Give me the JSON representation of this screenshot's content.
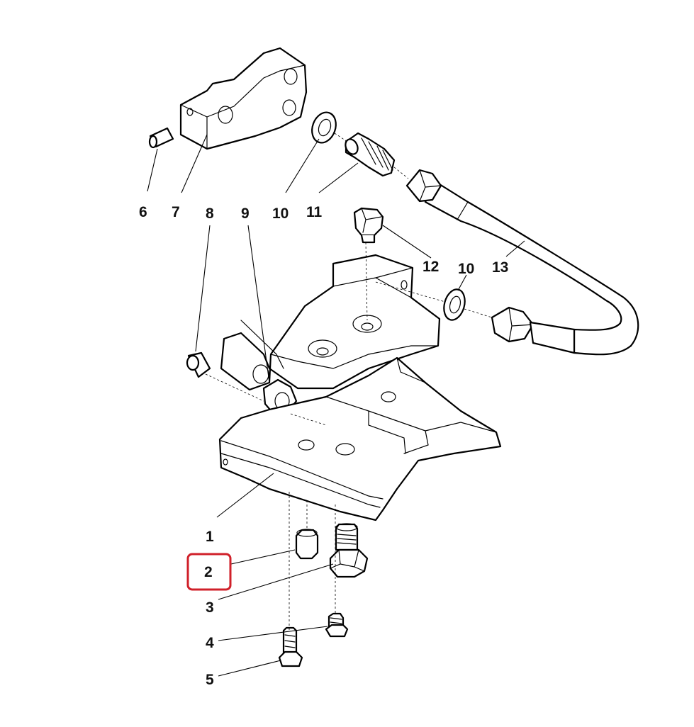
{
  "diagram": {
    "highlight_color": "#d0202a",
    "callouts": [
      {
        "id": "1",
        "label": "1"
      },
      {
        "id": "2",
        "label": "2",
        "highlighted": true
      },
      {
        "id": "3",
        "label": "3"
      },
      {
        "id": "4",
        "label": "4"
      },
      {
        "id": "5",
        "label": "5"
      },
      {
        "id": "6",
        "label": "6"
      },
      {
        "id": "7",
        "label": "7"
      },
      {
        "id": "8",
        "label": "8"
      },
      {
        "id": "9",
        "label": "9"
      },
      {
        "id": "10a",
        "label": "10"
      },
      {
        "id": "11",
        "label": "11"
      },
      {
        "id": "12",
        "label": "12"
      },
      {
        "id": "10b",
        "label": "10"
      },
      {
        "id": "13",
        "label": "13"
      }
    ]
  }
}
